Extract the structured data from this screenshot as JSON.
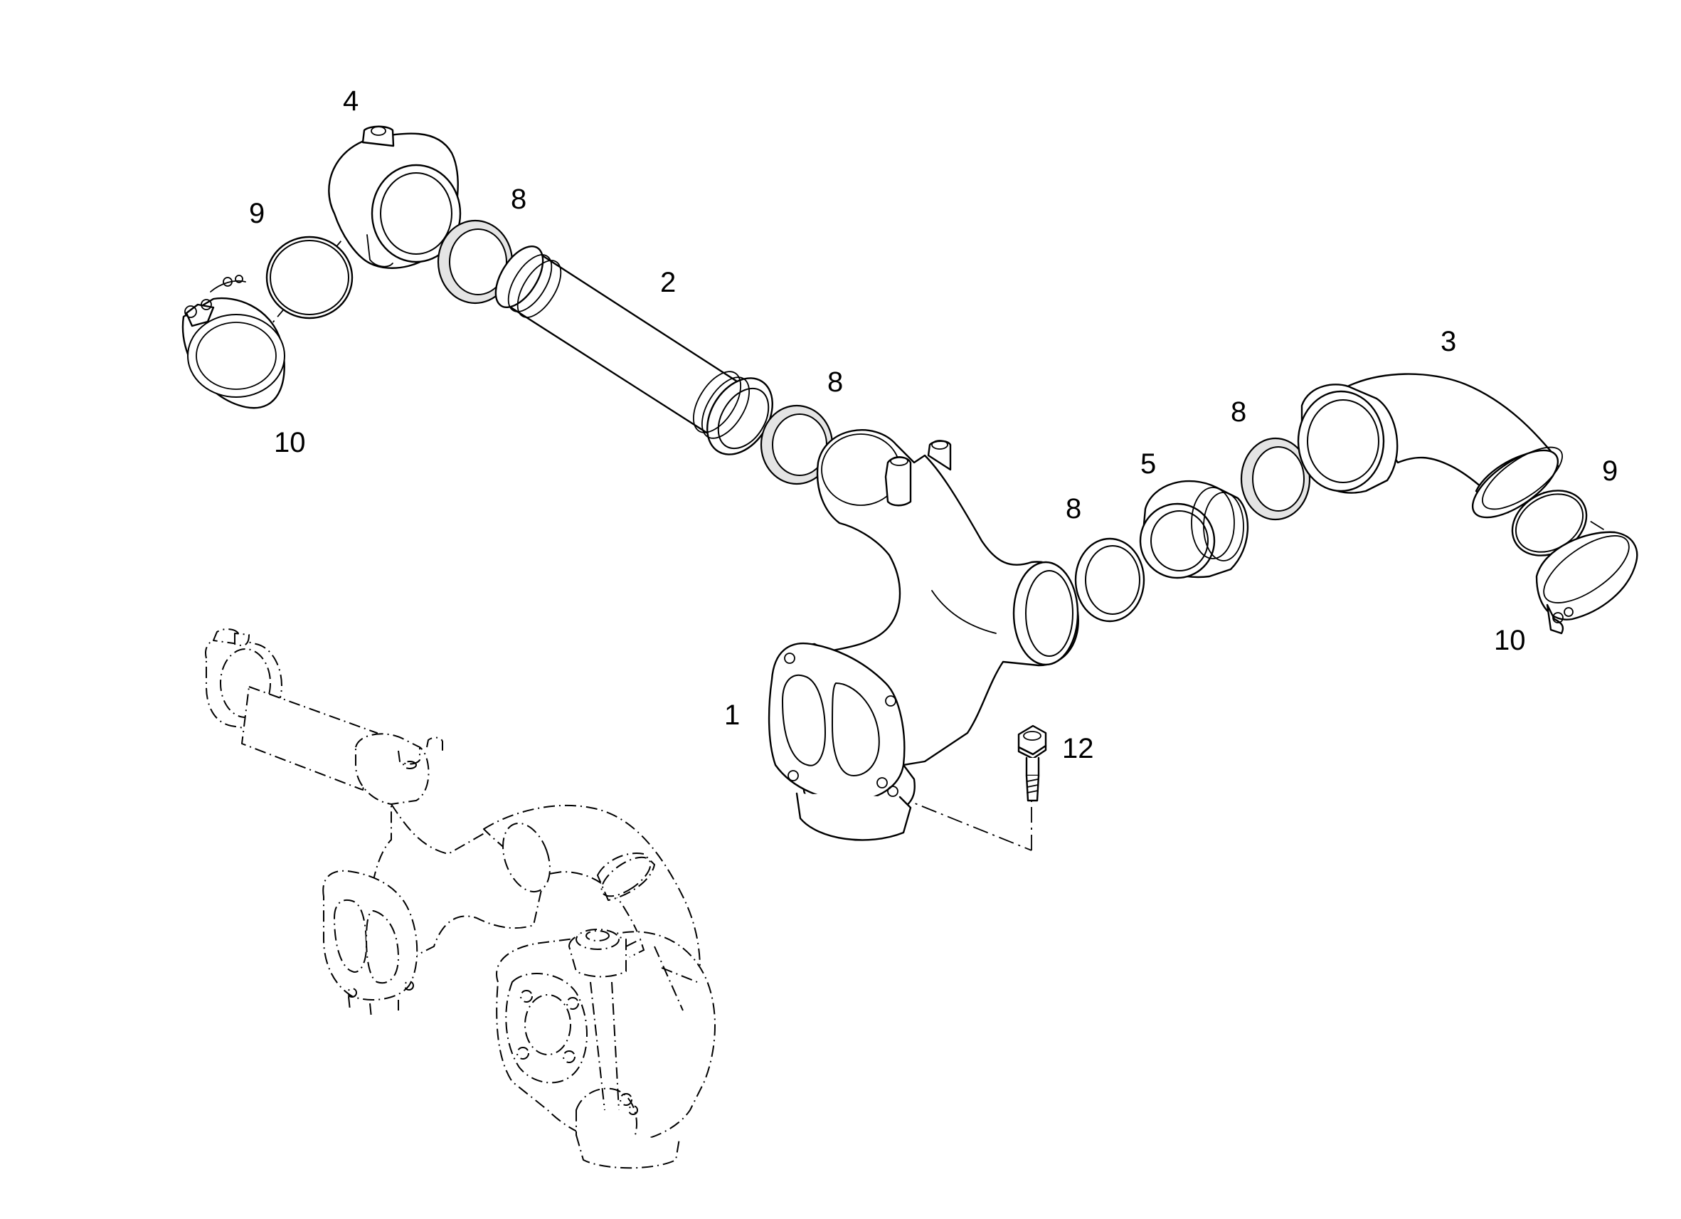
{
  "callouts": {
    "c1": "1",
    "c2": "2",
    "c3": "3",
    "c4": "4",
    "c5": "5",
    "c8a": "8",
    "c8b": "8",
    "c8c": "8",
    "c8d": "8",
    "c9a": "9",
    "c9b": "9",
    "c10a": "10",
    "c10b": "10",
    "c12": "12"
  },
  "colors": {
    "line": "#000000",
    "background": "#ffffff",
    "shade": "#e4e4e4"
  }
}
